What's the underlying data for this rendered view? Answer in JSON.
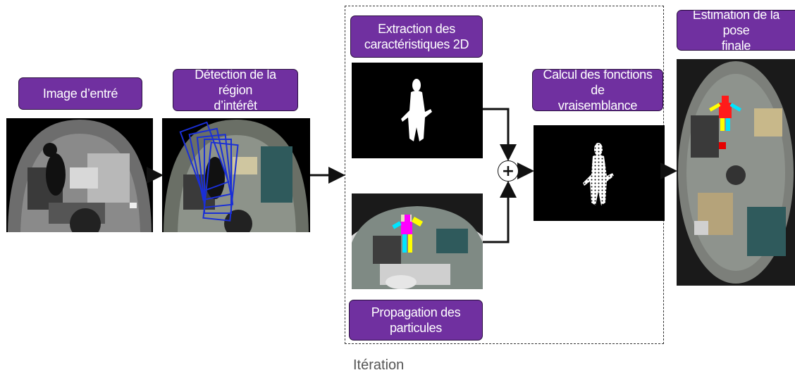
{
  "labels": {
    "input_image": "Image d’entré",
    "roi_line1": "Détection de la région",
    "roi_line2": "d’intérêt",
    "extract_line1": "Extraction des",
    "extract_line2": "caractéristiques 2D",
    "likelihood_line1": "Calcul des fonctions de",
    "likelihood_line2": "vraisemblance",
    "final_line1": "Estimation de la pose",
    "final_line2": "finale",
    "propagation_line1": "Propagation des",
    "propagation_line2": "particules",
    "iteration": "Itération",
    "combine_symbol": "+"
  },
  "colors": {
    "label_fill": "#7030a0",
    "roi_boxes": "#1a2fd6",
    "silhouette": "#ffffff"
  }
}
